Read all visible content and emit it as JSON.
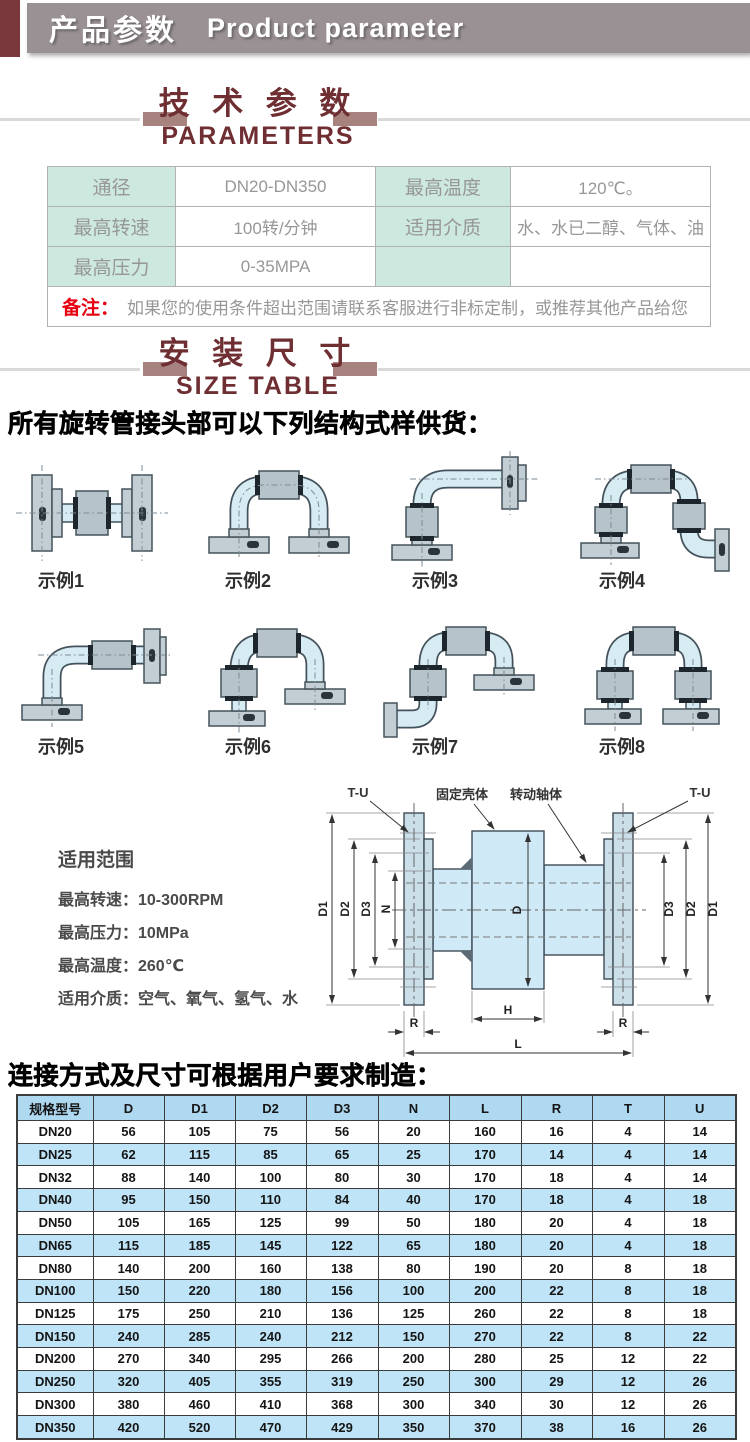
{
  "banner": {
    "title_zh": "产品参数",
    "title_en": "Product parameter"
  },
  "sections": {
    "tech": {
      "zh": "技 术 参 数",
      "en": "PARAMETERS"
    },
    "size": {
      "zh": "安 装 尺 寸",
      "en": "SIZE TABLE"
    }
  },
  "param_table": {
    "rows": [
      {
        "c1": "通径",
        "c2": "DN20-DN350",
        "c3": "最高温度",
        "c4": "120℃。"
      },
      {
        "c1": "最高转速",
        "c2": "100转/分钟",
        "c3": "适用介质",
        "c4": "水、水已二醇、气体、油"
      },
      {
        "c1": "最高压力",
        "c2": "0-35MPA",
        "c3": "",
        "c4": ""
      }
    ],
    "note_label": "备注：",
    "note_text": "如果您的使用条件超出范围请联系客服进行非标定制，或推荐其他产品给您"
  },
  "supply_note": "所有旋转管接头部可以下列结构式样供货：",
  "examples": [
    {
      "label": "示例1"
    },
    {
      "label": "示例2"
    },
    {
      "label": "示例3"
    },
    {
      "label": "示例4"
    },
    {
      "label": "示例5"
    },
    {
      "label": "示例6"
    },
    {
      "label": "示例7"
    },
    {
      "label": "示例8"
    }
  ],
  "drawing": {
    "callouts": {
      "tu_left": "T-U",
      "tu_right": "T-U",
      "fixed_housing": "固定壳体",
      "rotating_shaft": "转动轴体"
    },
    "dims": {
      "d1": "D1",
      "d2": "D2",
      "d3": "D3",
      "n": "N",
      "d": "D",
      "h": "H",
      "r": "R",
      "l": "L"
    }
  },
  "scope": {
    "title": "适用范围",
    "lines": [
      "最高转速：10-300RPM",
      "最高压力：10MPa",
      "最高温度：260℃",
      "适用介质：空气、氧气、氢气、水"
    ]
  },
  "custom_note": "连接方式及尺寸可根据用户要求制造：",
  "size_table": {
    "headers": [
      "规格型号",
      "D",
      "D1",
      "D2",
      "D3",
      "N",
      "L",
      "R",
      "T",
      "U"
    ],
    "rows": [
      [
        "DN20",
        "56",
        "105",
        "75",
        "56",
        "20",
        "160",
        "16",
        "4",
        "14"
      ],
      [
        "DN25",
        "62",
        "115",
        "85",
        "65",
        "25",
        "170",
        "14",
        "4",
        "14"
      ],
      [
        "DN32",
        "88",
        "140",
        "100",
        "80",
        "30",
        "170",
        "18",
        "4",
        "14"
      ],
      [
        "DN40",
        "95",
        "150",
        "110",
        "84",
        "40",
        "170",
        "18",
        "4",
        "18"
      ],
      [
        "DN50",
        "105",
        "165",
        "125",
        "99",
        "50",
        "180",
        "20",
        "4",
        "18"
      ],
      [
        "DN65",
        "115",
        "185",
        "145",
        "122",
        "65",
        "180",
        "20",
        "4",
        "18"
      ],
      [
        "DN80",
        "140",
        "200",
        "160",
        "138",
        "80",
        "190",
        "20",
        "8",
        "18"
      ],
      [
        "DN100",
        "150",
        "220",
        "180",
        "156",
        "100",
        "200",
        "22",
        "8",
        "18"
      ],
      [
        "DN125",
        "175",
        "250",
        "210",
        "136",
        "125",
        "260",
        "22",
        "8",
        "18"
      ],
      [
        "DN150",
        "240",
        "285",
        "240",
        "212",
        "150",
        "270",
        "22",
        "8",
        "22"
      ],
      [
        "DN200",
        "270",
        "340",
        "295",
        "266",
        "200",
        "280",
        "25",
        "12",
        "22"
      ],
      [
        "DN250",
        "320",
        "405",
        "355",
        "319",
        "250",
        "300",
        "29",
        "12",
        "26"
      ],
      [
        "DN300",
        "380",
        "460",
        "410",
        "368",
        "300",
        "340",
        "30",
        "12",
        "26"
      ],
      [
        "DN350",
        "420",
        "520",
        "470",
        "429",
        "350",
        "370",
        "38",
        "16",
        "26"
      ]
    ]
  },
  "colors": {
    "maroon_block": "#7a373c",
    "title_maroon": "#6e2e32",
    "decor_mauve": "#a8827f",
    "banner_gray": "#9a9194",
    "green_cell": "#cde8df",
    "note_red": "#e60012",
    "table_header_blue": "#aed9f1",
    "table_stripe_blue": "#bfe4f7",
    "drawing_blue": "#cfe9f6"
  }
}
